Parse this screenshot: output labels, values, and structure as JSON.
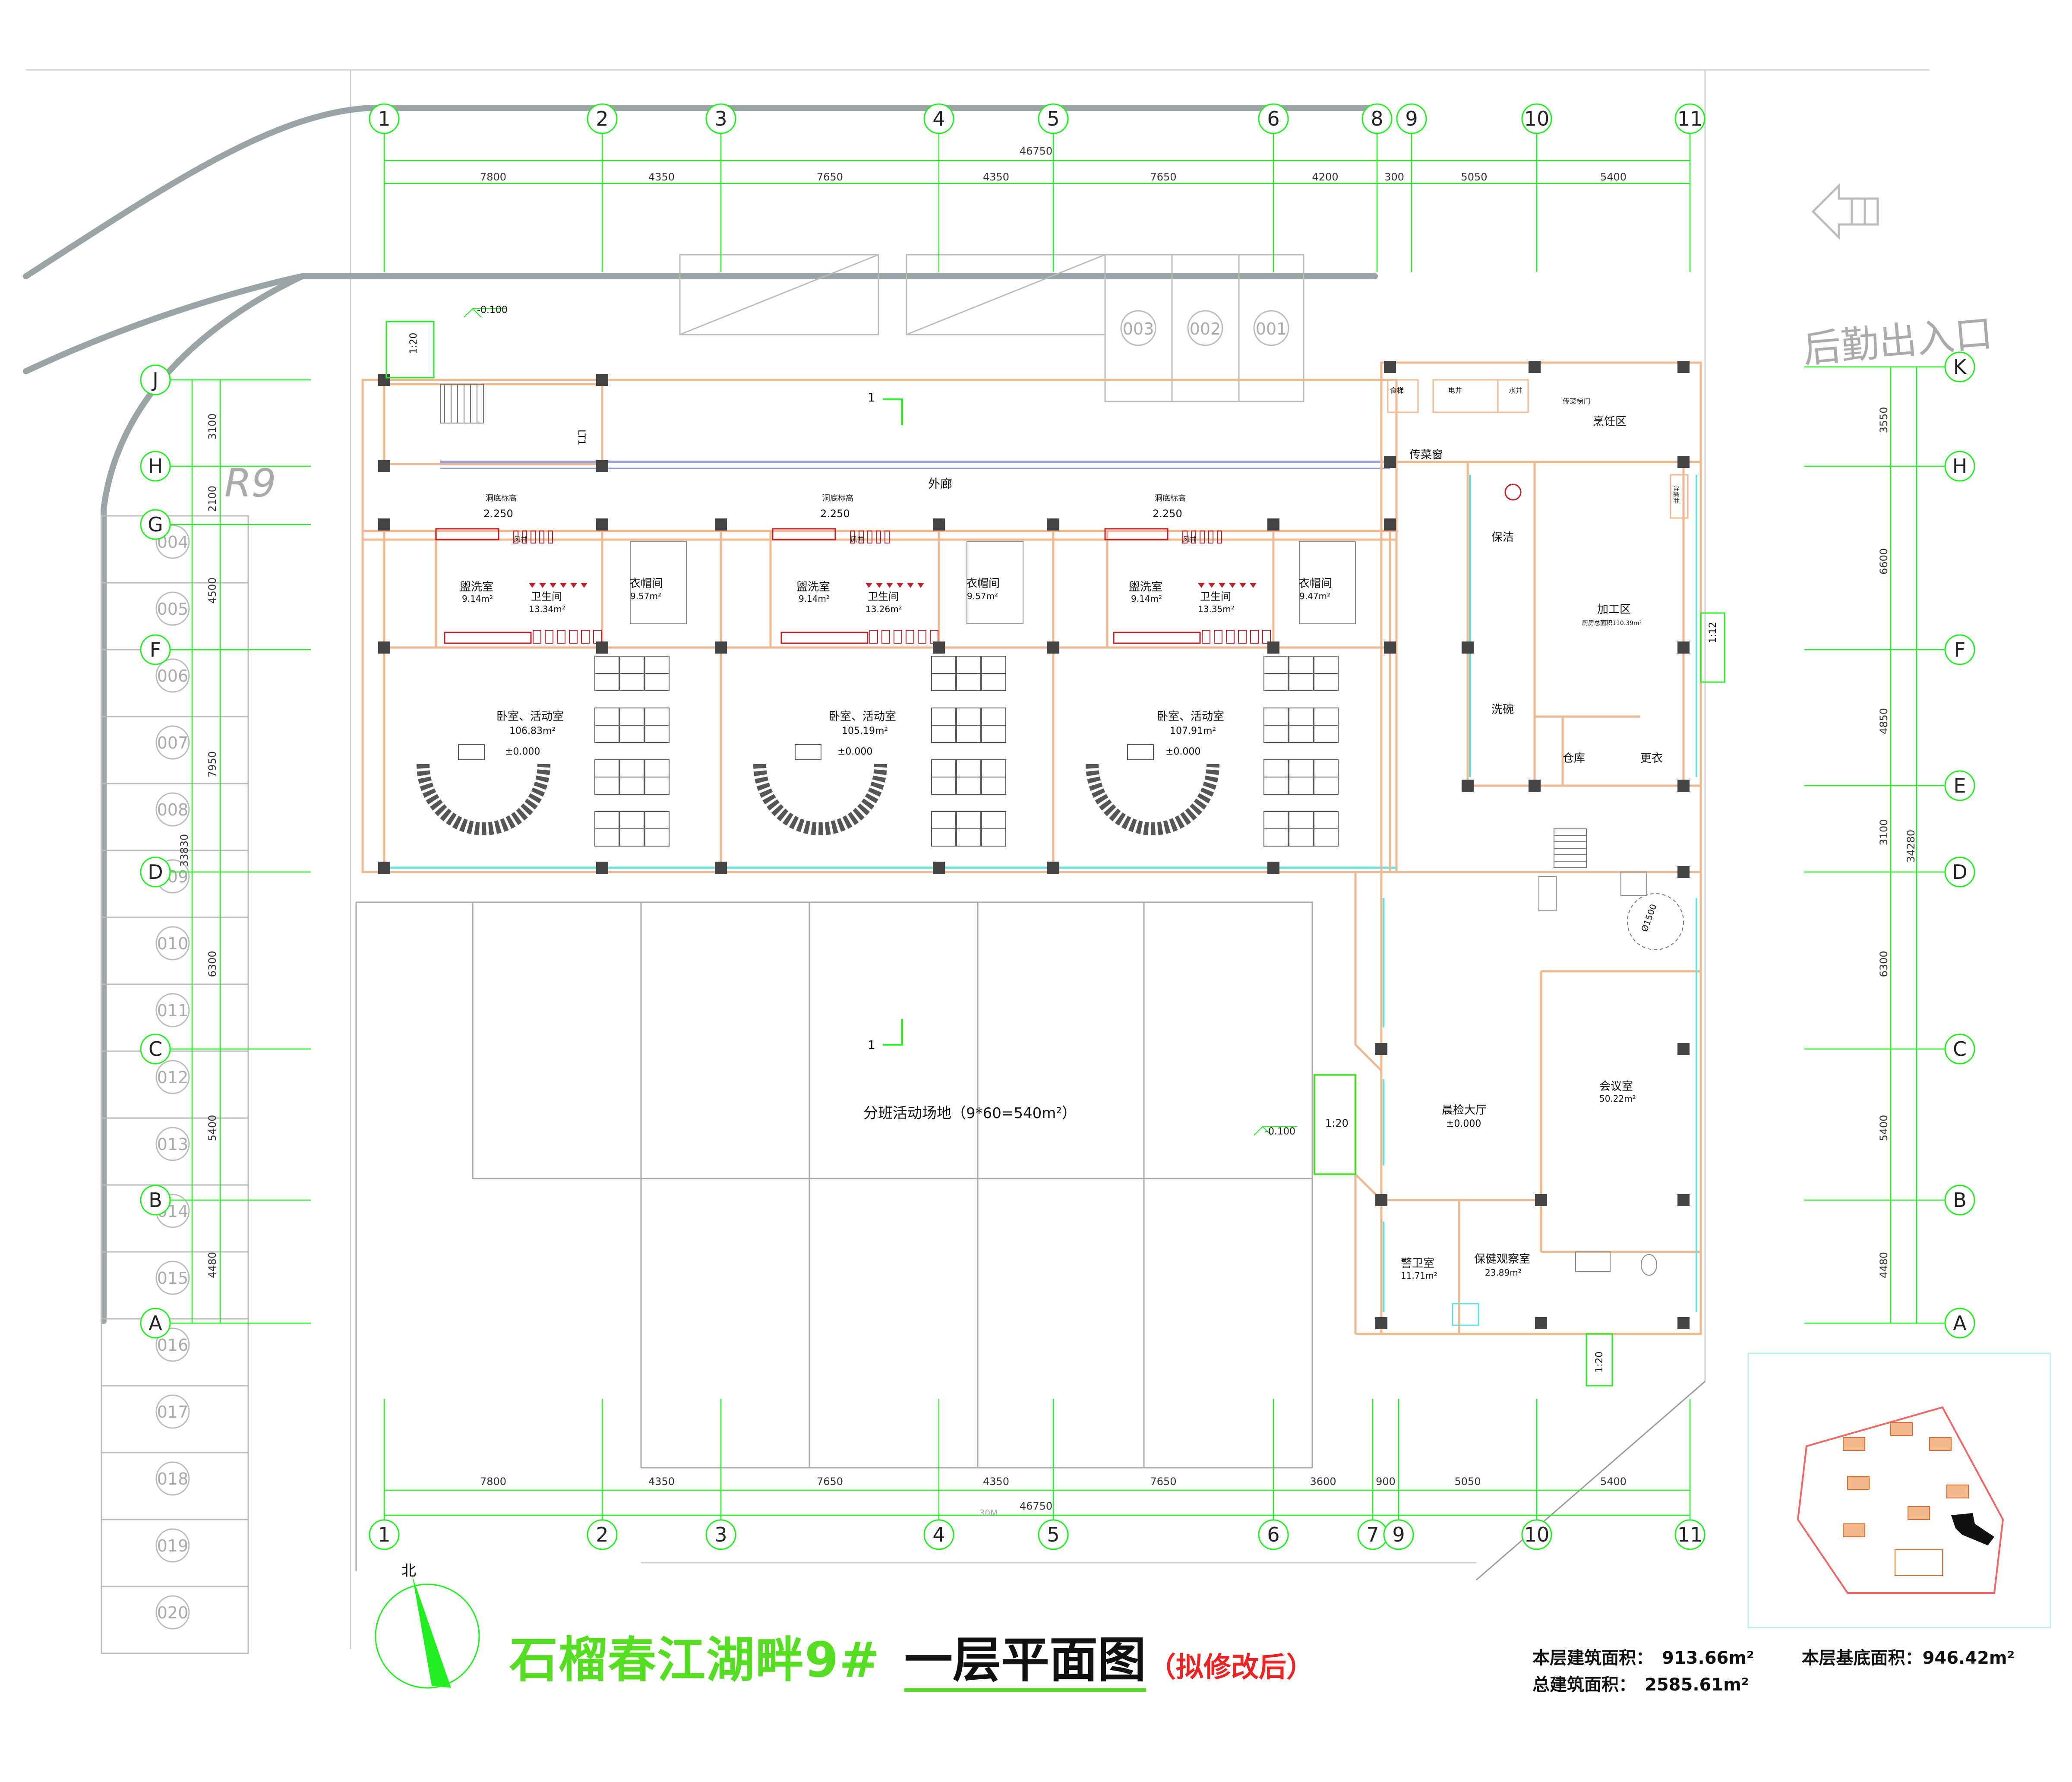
{
  "colors": {
    "grid": "#22ee22",
    "wall": "#f0b890",
    "column": "#444444",
    "road": "#9aa4a4",
    "title_green": "#55dd22",
    "title_black": "#111111",
    "note_red": "#ee2222"
  },
  "grid": {
    "top_axes": [
      "1",
      "2",
      "3",
      "4",
      "5",
      "6",
      "8",
      "9",
      "10",
      "11"
    ],
    "bottom_axes": [
      "1",
      "2",
      "3",
      "4",
      "5",
      "6",
      "7",
      "9",
      "10",
      "11"
    ],
    "left_axes": [
      "J",
      "H",
      "G",
      "F",
      "D",
      "C",
      "B",
      "A"
    ],
    "right_axes": [
      "K",
      "H",
      "F",
      "E",
      "D",
      "C",
      "B",
      "A"
    ],
    "top_total": "46750",
    "top_dims": [
      "7800",
      "4350",
      "7650",
      "4350",
      "7650",
      "4200",
      "300",
      "5050",
      "5400"
    ],
    "bottom_total": "46750",
    "bottom_dims": [
      "7800",
      "4350",
      "7650",
      "4350",
      "7650",
      "3600",
      "900",
      "5050",
      "5400"
    ],
    "bottom_road_note": "30M",
    "left_total": "33830",
    "left_dims": [
      "3100",
      "2100",
      "4500",
      "7950",
      "6300",
      "5400",
      "4480"
    ],
    "right_total": "34280",
    "right_dims": [
      "3550",
      "6600",
      "4850",
      "3100",
      "6300",
      "5400",
      "4480"
    ]
  },
  "site": {
    "parking": [
      "003",
      "002",
      "001"
    ],
    "west_slots": [
      "004",
      "005",
      "006",
      "007",
      "008",
      "009",
      "010",
      "011",
      "012",
      "013",
      "014",
      "015",
      "016",
      "017",
      "018",
      "019",
      "020"
    ],
    "radius_label": "R9",
    "rear_entrance": "后勤出入口",
    "north": "北",
    "outdoor_level": "-0.100",
    "level_2": "-0.100"
  },
  "rooms": {
    "outer_corridor": "外廊",
    "stair_label": "LT1",
    "ramp": "1:20",
    "ramp_2": "1:20",
    "ramp_3": "1:20",
    "ramp_4": "1:12",
    "section_mark": "1",
    "section_mark_2": "1",
    "playground": "分班活动场地（9*60=540m²）",
    "units": [
      {
        "wash": "盥洗室",
        "wash_area": "9.14m²",
        "wc": "卫生间",
        "wc_area": "13.34m²",
        "cloak": "衣帽间",
        "cloak_area": "9.57m²",
        "main": "卧室、活动室",
        "main_area": "106.83m²",
        "level": "±0.000",
        "mark": "洞底标高",
        "mark_level": "2.250",
        "shaft": "风井"
      },
      {
        "wash": "盥洗室",
        "wash_area": "9.14m²",
        "wc": "卫生间",
        "wc_area": "13.26m²",
        "cloak": "衣帽间",
        "cloak_area": "9.57m²",
        "main": "卧室、活动室",
        "main_area": "105.19m²",
        "level": "±0.000",
        "mark": "洞底标高",
        "mark_level": "2.250",
        "shaft": "风井"
      },
      {
        "wash": "盥洗室",
        "wash_area": "9.14m²",
        "wc": "卫生间",
        "wc_area": "13.35m²",
        "cloak": "衣帽间",
        "cloak_area": "9.47m²",
        "main": "卧室、活动室",
        "main_area": "107.91m²",
        "level": "±0.000",
        "mark": "洞底标高",
        "mark_level": "2.250",
        "shaft": "风井"
      }
    ],
    "kitchen": {
      "gas": "食梯",
      "elec": "电井",
      "water": "水井",
      "food_door": "传菜梯门",
      "cooking": "烹饪区",
      "window": "传菜窗",
      "clean": "保洁",
      "process": "加工区",
      "process_note": "厨房总面积110.39m²",
      "dish": "洗碗",
      "store": "仓库",
      "change": "更衣",
      "oil": "油烟井"
    },
    "turn_circle": "Ø1500",
    "meeting": "会议室",
    "meeting_area": "50.22m²",
    "hall": "晨检大厅",
    "hall_level": "±0.000",
    "guard": "警卫室",
    "guard_area": "11.71m²",
    "health": "保健观察室",
    "health_area": "23.89m²"
  },
  "footer": {
    "project": "石榴春江湖畔9#",
    "title": "一层平面图",
    "note": "（拟修改后）",
    "floor_area_label": "本层建筑面积：",
    "floor_area": "913.66m²",
    "base_area_label": "本层基底面积：",
    "base_area": "946.42m²",
    "total_area_label": "总建筑面积：",
    "total_area": "2585.61m²"
  }
}
